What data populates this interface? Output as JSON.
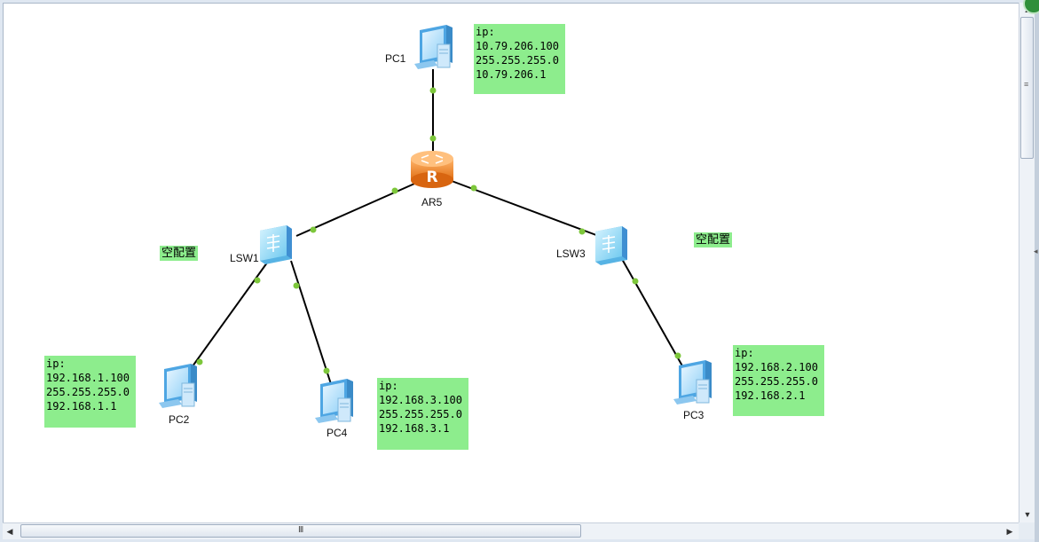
{
  "devices": [
    {
      "id": "pc1",
      "type": "pc",
      "label": "PC1"
    },
    {
      "id": "ar5",
      "type": "router",
      "label": "AR5"
    },
    {
      "id": "lsw1",
      "type": "switch",
      "label": "LSW1"
    },
    {
      "id": "lsw3",
      "type": "switch",
      "label": "LSW3"
    },
    {
      "id": "pc2",
      "type": "pc",
      "label": "PC2"
    },
    {
      "id": "pc4",
      "type": "pc",
      "label": "PC4"
    },
    {
      "id": "pc3",
      "type": "pc",
      "label": "PC3"
    }
  ],
  "links": [
    {
      "from": "pc1",
      "to": "ar5"
    },
    {
      "from": "ar5",
      "to": "lsw1"
    },
    {
      "from": "ar5",
      "to": "lsw3"
    },
    {
      "from": "lsw1",
      "to": "pc2"
    },
    {
      "from": "lsw1",
      "to": "pc4"
    },
    {
      "from": "lsw3",
      "to": "pc3"
    }
  ],
  "notes": {
    "pc1": {
      "lines": [
        "ip:",
        "10.79.206.100",
        "255.255.255.0",
        "10.79.206.1"
      ]
    },
    "pc2": {
      "lines": [
        "ip:",
        "192.168.1.100",
        "255.255.255.0",
        "192.168.1.1"
      ]
    },
    "pc4": {
      "lines": [
        "ip:",
        "192.168.3.100",
        "255.255.255.0",
        "192.168.3.1"
      ]
    },
    "pc3": {
      "lines": [
        "ip:",
        "192.168.2.100",
        "255.255.255.0",
        "192.168.2.1"
      ]
    },
    "lsw1": "空配置",
    "lsw3": "空配置"
  },
  "scrollbar": {
    "h_grip": "III"
  },
  "colors": {
    "note_bg": "#8ded8d",
    "port_dot": "#7dc73b",
    "link": "#000000",
    "router": "#f28a2e",
    "switch": "#6fcfee",
    "pc": "#5fb4ea"
  }
}
